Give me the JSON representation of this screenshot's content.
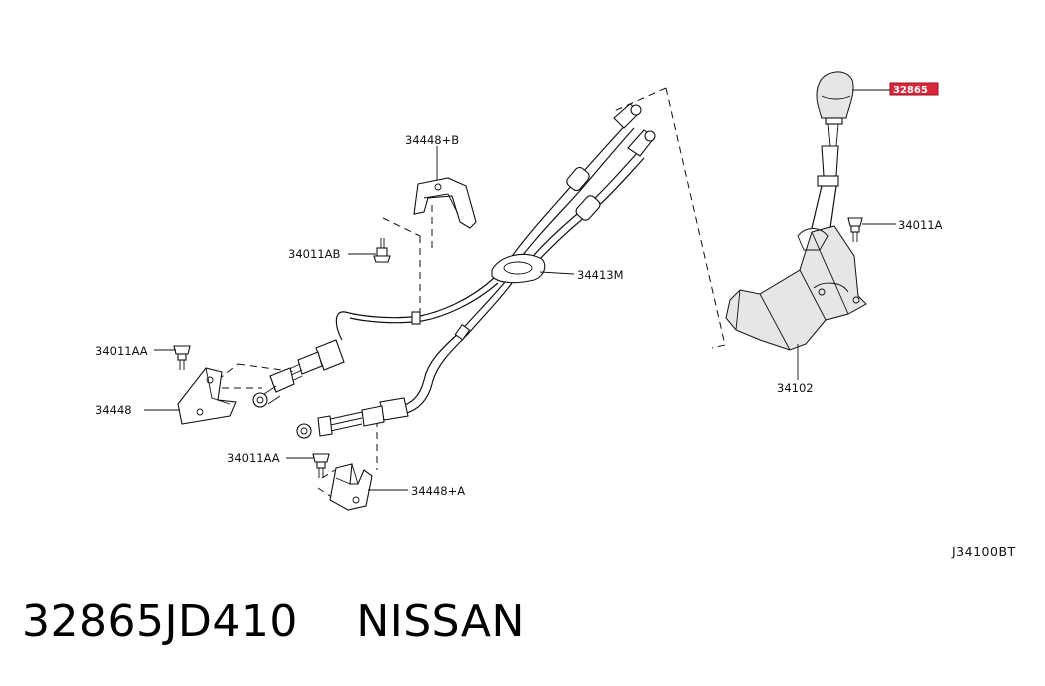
{
  "diagram": {
    "labels": {
      "bracket_b": "34448+B",
      "bolt_ab": "34011AB",
      "cable_assy": "34413M",
      "bolt_aa_upper": "34011AA",
      "bracket": "34448",
      "bolt_aa_lower": "34011AA",
      "bracket_a": "34448+A",
      "bolt_a": "34011A",
      "lever_assy": "34102",
      "knob_highlight": "32865"
    },
    "diagram_code": "J34100BT"
  },
  "footer": {
    "part_number": "32865JD410",
    "brand": "NISSAN"
  },
  "colors": {
    "highlight": "#d9263a",
    "line": "#111111"
  }
}
